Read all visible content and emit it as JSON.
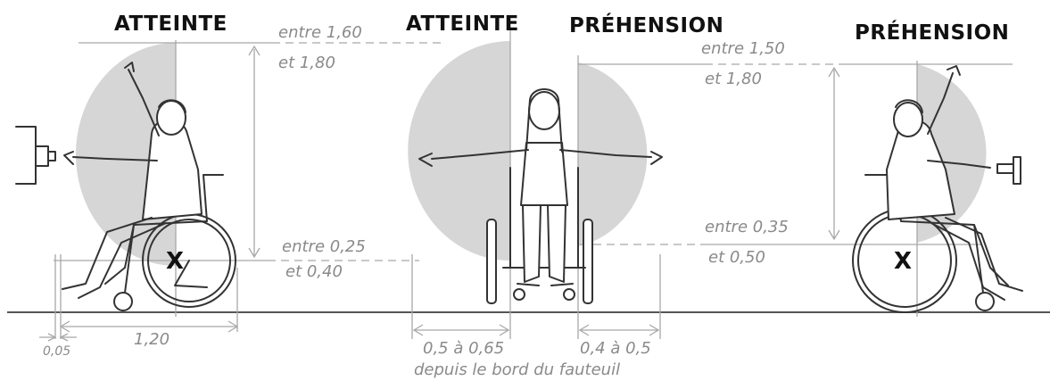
{
  "titles": {
    "atteinte_left": "ATTEINTE",
    "atteinte_center": "ATTEINTE",
    "prehension_center": "PRÉHENSION",
    "prehension_right": "PRÉHENSION"
  },
  "reach_height": {
    "high_line1": "entre 1,60",
    "high_line2": "et 1,80",
    "low_line1": "entre 0,25",
    "low_line2": "et 0,40"
  },
  "grip_height": {
    "high_line1": "entre 1,50",
    "high_line2": "et 1,80",
    "low_line1": "entre 0,35",
    "low_line2": "et 0,50"
  },
  "dimensions": {
    "offset": "0,05",
    "depth": "1,20",
    "reach_side": "0,5 à 0,65",
    "grip_side": "0,4 à 0,5",
    "note": "depuis le bord du fauteuil"
  },
  "wheel_marker": "X",
  "colors": {
    "zone": "#d6d6d6",
    "guide": "#a8a8a8",
    "ink": "#333333"
  }
}
